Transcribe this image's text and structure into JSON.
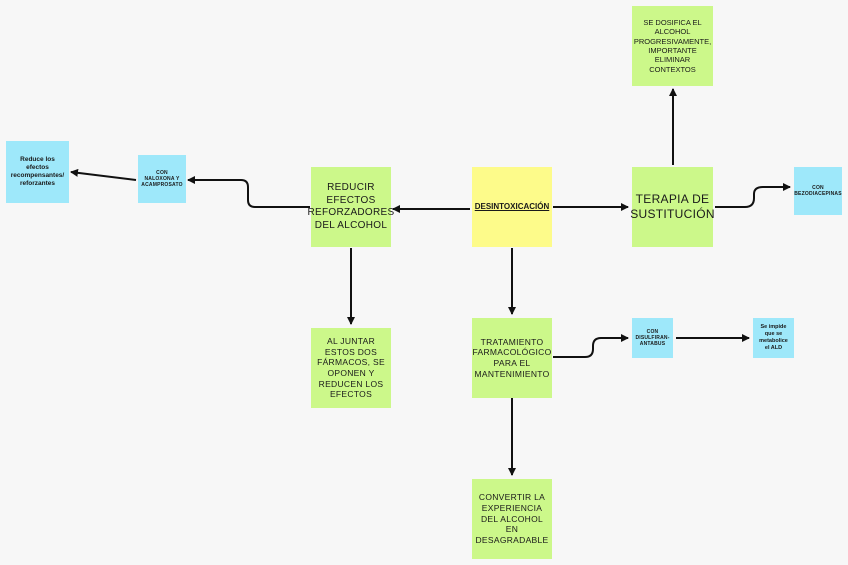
{
  "nodes": {
    "center": "DESINTOXICACIÓN",
    "sustitucion": "TERAPIA DE SUSTITUCIÓN",
    "dosifica": "SE DOSIFICA EL ALCOHOL PROGRESIVAMENTE, IMPORTANTE ELIMINAR CONTEXTOS",
    "benzo": "CON BEZODIACEPINAS",
    "reducir": "REDUCIR EFECTOS REFORZADORES DEL ALCOHOL",
    "naloxona": "CON NALOXONA Y ACAMPROSATO",
    "reduce_efectos": "Reduce los efectos recompensantes/ reforzantes",
    "juntar": "AL JUNTAR ESTOS DOS FÁRMACOS, SE OPONEN Y REDUCEN LOS EFECTOS",
    "mantenimiento": "TRATAMIENTO FARMACOLÓGICO PARA EL MANTENIMIENTO",
    "disulfiram": "CON DISULFIRAN- ANTABUS",
    "impide": "Se impide que se metabolice el ALD",
    "convertir": "CONVERTIR LA EXPERIENCIA DEL ALCOHOL EN DESAGRADABLE"
  },
  "colors": {
    "center": "#fdfb8a",
    "green": "#ccf88a",
    "blue": "#9ee8fa",
    "arrow": "#111111"
  }
}
